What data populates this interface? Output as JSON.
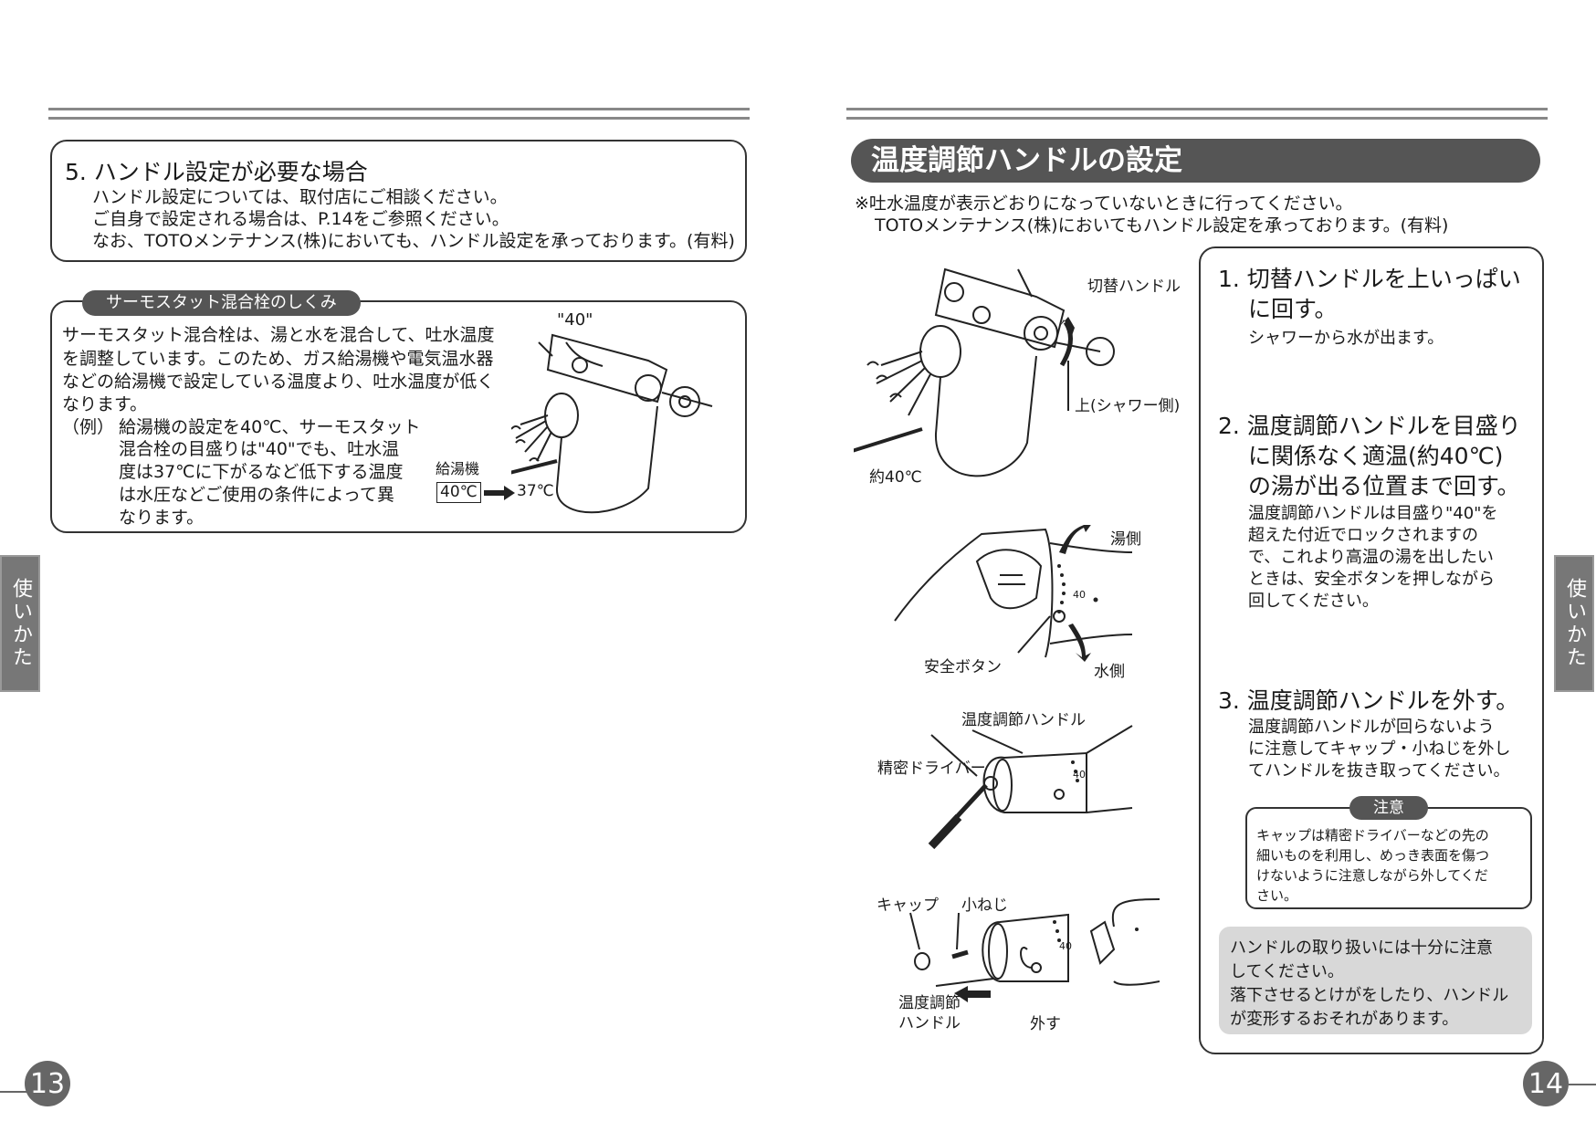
{
  "left_page": {
    "section5": {
      "title": "5. ハンドル設定が必要な場合",
      "lines": [
        "ハンドル設定については、取付店にご相談ください。",
        "ご自身で設定される場合は、P.14をご参照ください。",
        "なお、TOTOメンテナンス(株)においても、ハンドル設定を承っております。(有料)"
      ]
    },
    "thermostat": {
      "tab_label": "サーモスタット混合栓のしくみ",
      "lines": [
        "サーモスタット混合栓は、湯と水を混合して、吐水温度",
        "を調整しています。このため、ガス給湯機や電気温水器",
        "などの給湯機で設定している温度より、吐水温度が低く",
        "なります。"
      ],
      "example_prefix": "（例）",
      "example_lines": [
        "給湯機の設定を40℃、サーモスタット",
        "混合栓の目盛りは\"40\"でも、吐水温",
        "度は37℃に下がるなど低下する温度",
        "は水圧などご使用の条件によって異",
        "なります。"
      ],
      "fig_label_40": "\"40\"",
      "fig_label_heater": "給湯機",
      "fig_label_set": "40℃",
      "fig_label_out": "37℃"
    },
    "side_tab": "使いかた",
    "page_number": "13"
  },
  "right_page": {
    "title": "温度調節ハンドルの設定",
    "notes": [
      "※吐水温度が表示どおりになっていないときに行ってください。",
      "TOTOメンテナンス(株)においてもハンドル設定を承っております。(有料)"
    ],
    "figure_labels": {
      "switch_handle": "切替ハンドル",
      "up_shower": "上(シャワー側)",
      "approx40": "約40℃",
      "hot_side": "湯側",
      "safety_button": "安全ボタン",
      "cold_side": "水側",
      "temp_handle": "温度調節ハンドル",
      "precision_driver": "精密ドライバー",
      "cap": "キャップ",
      "small_screw": "小ねじ",
      "temp_handle_2a": "温度調節",
      "temp_handle_2b": "ハンドル",
      "remove": "外す",
      "dial_40": "40"
    },
    "steps": [
      {
        "heading_lines": [
          "1. 切替ハンドルを上いっぱい",
          "に回す。"
        ],
        "body_lines": [
          "シャワーから水が出ます。"
        ]
      },
      {
        "heading_lines": [
          "2. 温度調節ハンドルを目盛り",
          "に関係なく適温(約40℃)",
          "の湯が出る位置まで回す。"
        ],
        "body_lines": [
          "温度調節ハンドルは目盛り\"40\"を",
          "超えた付近でロックされますの",
          "で、これより高温の湯を出したい",
          "ときは、安全ボタンを押しながら",
          "回してください。"
        ]
      },
      {
        "heading_lines": [
          "3. 温度調節ハンドルを外す。"
        ],
        "body_lines": [
          "温度調節ハンドルが回らないよう",
          "に注意してキャップ・小ねじを外し",
          "てハンドルを抜き取ってください。"
        ]
      }
    ],
    "caution": {
      "label": "注意",
      "lines": [
        "キャップは精密ドライバーなどの先の",
        "細いものを利用し、めっき表面を傷つ",
        "けないように注意しながら外してくだ",
        "さい。"
      ]
    },
    "warning_lines": [
      "ハンドルの取り扱いには十分に注意",
      "してください。",
      "落下させるとけがをしたり、ハンドル",
      "が変形するおそれがあります。"
    ],
    "side_tab": "使いかた",
    "page_number": "14"
  }
}
